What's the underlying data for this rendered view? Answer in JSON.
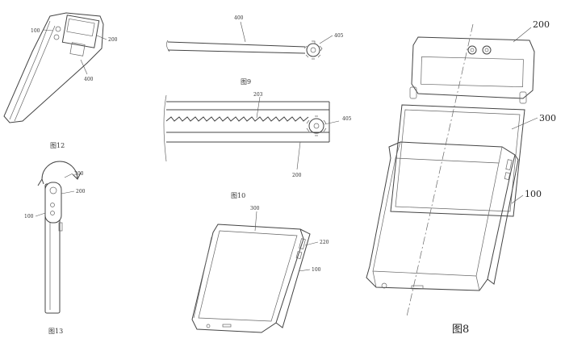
{
  "figures": {
    "fig12": {
      "caption": "图12",
      "labels": {
        "a": "100",
        "b": "200",
        "c": "400"
      }
    },
    "fig13": {
      "caption": "图13",
      "labels": {
        "a": "300",
        "b": "200",
        "c": "100"
      }
    },
    "fig9": {
      "caption": "图9",
      "labels": {
        "rod": "400",
        "gear": "405"
      }
    },
    "fig10": {
      "caption": "图10",
      "labels": {
        "rack": "203",
        "gear": "405",
        "housing": "200"
      }
    },
    "fig11": {
      "labels": {
        "screen": "300",
        "cam": "220",
        "body": "100"
      }
    },
    "fig8": {
      "caption": "图8",
      "labels": {
        "camera_module": "200",
        "screen": "300",
        "body": "100"
      }
    }
  }
}
